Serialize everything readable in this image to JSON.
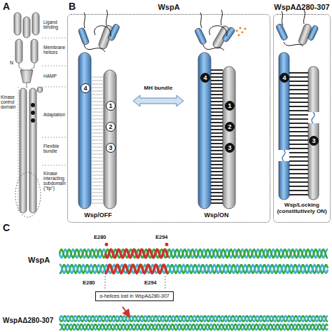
{
  "diagram": {
    "nodes": [
      {
        "text": [
          "WspA"
        ]
      },
      {
        "text": [
          "WspAΔ280-307"
        ]
      },
      {
        "text": [
          "4"
        ],
        "in": 0
      },
      {
        "text": [
          "1"
        ],
        "in": 0
      },
      {
        "text": [
          "2"
        ],
        "in": 0
      },
      {
        "text": [
          "3"
        ],
        "in": 0
      },
      {
        "text": [
          "4"
        ],
        "in": 0
      },
      {
        "text": [
          "1"
        ],
        "in": 0
      },
      {
        "text": [
          "2"
        ],
        "in": 0
      },
      {
        "text": [
          "3"
        ],
        "in": 0
      },
      {
        "text": [
          "4"
        ],
        "in": 1
      },
      {
        "text": [
          "3"
        ],
        "in": 1
      },
      {
        "text": [
          "α-helices lost in WspAΔ280-307"
        ]
      }
    ],
    "labels": [
      "A",
      "B",
      "C",
      "Ligand binding",
      "Membrane helices",
      "N",
      "HAMP",
      "Kinase control domain",
      "Adaptation",
      "Flexible bundle",
      "Kinase interacting subdomain (\"tip\")",
      "MH bundle",
      "Wsp/OFF",
      "Wsp/ON",
      "Wsp/Locking (constitutively ON)",
      "WspA",
      "E280",
      "E294",
      "E280",
      "E294",
      "WspAΔ280-307"
    ]
  }
}
